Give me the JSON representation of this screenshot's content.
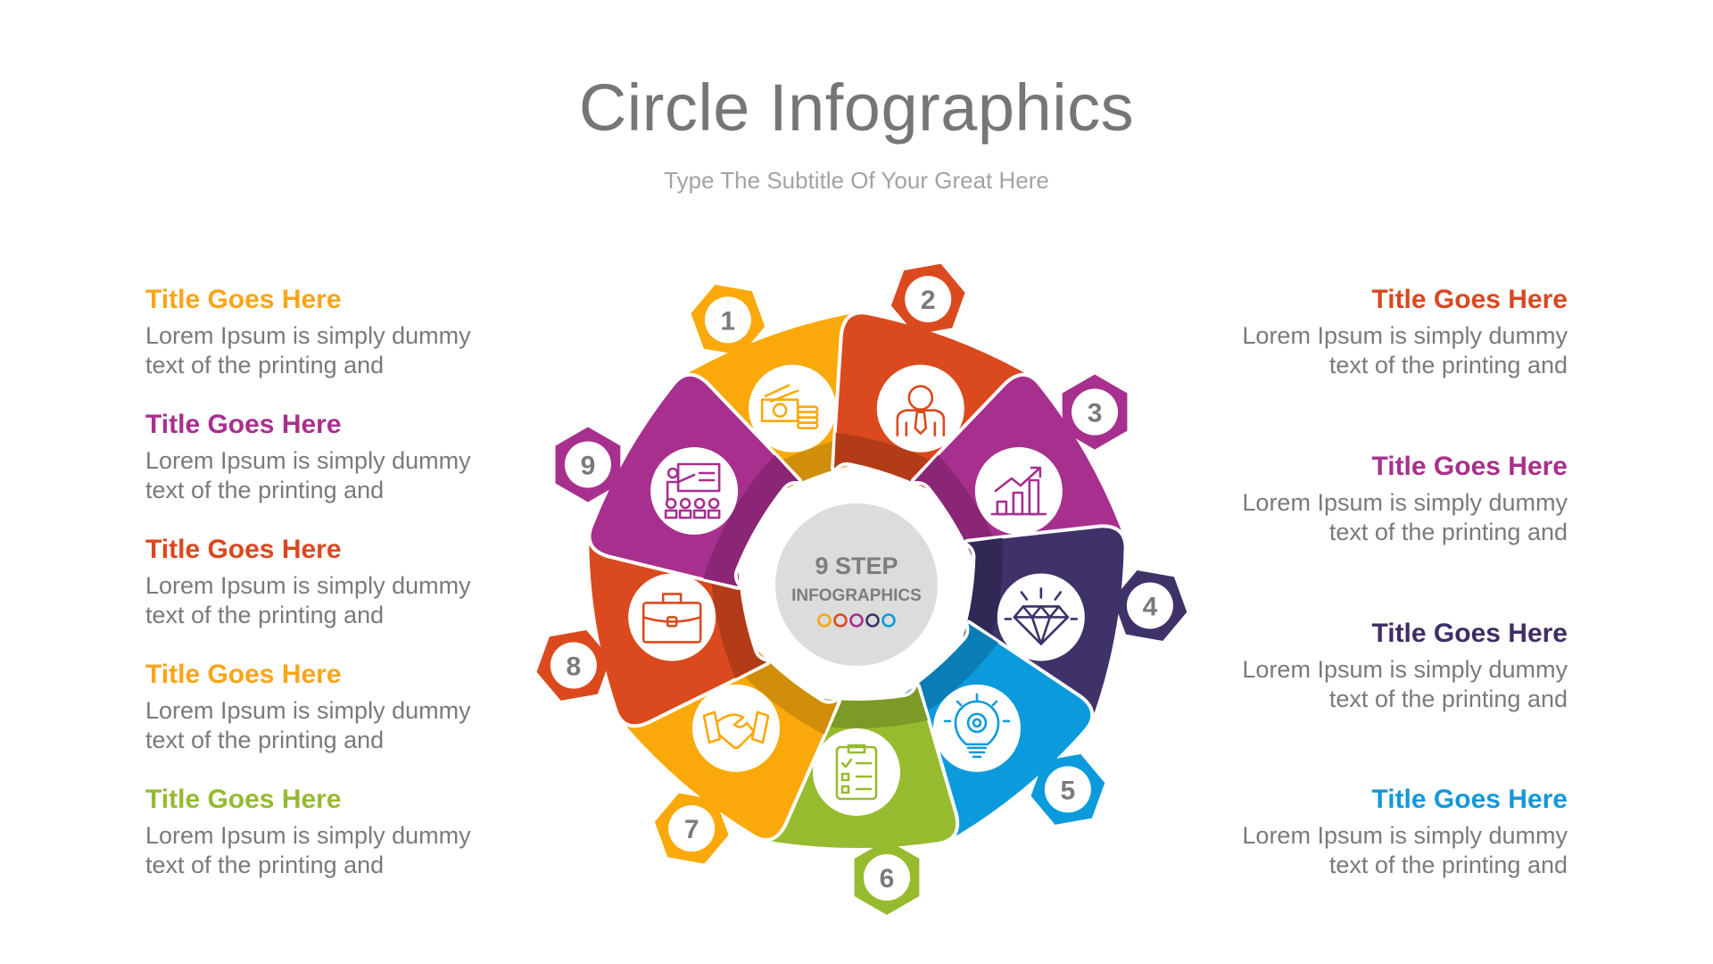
{
  "header": {
    "title": "Circle Infographics",
    "subtitle": "Type The Subtitle Of Your Great Here"
  },
  "center": {
    "line1": "9 STEP",
    "line2": "INFOGRAPHICS",
    "fill": "#dcdcdc",
    "dot_colors": [
      "#FBA90A",
      "#DB4A1F",
      "#A7308E",
      "#3E3269",
      "#0B9BDC"
    ]
  },
  "steps": [
    {
      "number": "1",
      "icon": "money-coins-icon",
      "color": "#FBA90A",
      "dark": "#D18E0A",
      "angle": -20
    },
    {
      "number": "2",
      "icon": "businessman-icon",
      "color": "#DB4A1F",
      "dark": "#B33B18",
      "angle": 20
    },
    {
      "number": "3",
      "icon": "growth-chart-icon",
      "color": "#A7308E",
      "dark": "#8A2675",
      "angle": 60
    },
    {
      "number": "4",
      "icon": "diamond-icon",
      "color": "#3E3269",
      "dark": "#312855",
      "angle": 100
    },
    {
      "number": "5",
      "icon": "lightbulb-gear-icon",
      "color": "#0B9BDC",
      "dark": "#0A7DB5",
      "angle": 140
    },
    {
      "number": "6",
      "icon": "checklist-icon",
      "color": "#97BB2E",
      "dark": "#7C9A26",
      "angle": 180
    },
    {
      "number": "7",
      "icon": "handshake-icon",
      "color": "#FBA90A",
      "dark": "#D18E0A",
      "angle": 220
    },
    {
      "number": "8",
      "icon": "briefcase-icon",
      "color": "#DB4A1F",
      "dark": "#B33B18",
      "angle": 260
    },
    {
      "number": "9",
      "icon": "presentation-icon",
      "color": "#A7308E",
      "dark": "#8A2675",
      "angle": 300
    }
  ],
  "left_items": [
    {
      "title": "Title Goes Here",
      "color": "#F9A51A",
      "line1": "Lorem Ipsum is simply dummy",
      "line2": "text of the printing and"
    },
    {
      "title": "Title Goes Here",
      "color": "#A7308E",
      "line1": "Lorem Ipsum is simply dummy",
      "line2": "text of the printing and"
    },
    {
      "title": "Title Goes Here",
      "color": "#D9481F",
      "line1": "Lorem Ipsum is simply dummy",
      "line2": "text of the printing and"
    },
    {
      "title": "Title Goes Here",
      "color": "#F9A51A",
      "line1": "Lorem Ipsum is simply dummy",
      "line2": "text of the printing and"
    },
    {
      "title": "Title Goes Here",
      "color": "#95BA33",
      "line1": "Lorem Ipsum is simply dummy",
      "line2": "text of the printing and"
    }
  ],
  "right_items": [
    {
      "title": "Title Goes Here",
      "color": "#D9481F",
      "line1": "Lorem Ipsum is simply dummy",
      "line2": "text of the printing and"
    },
    {
      "title": "Title Goes Here",
      "color": "#A7308E",
      "line1": "Lorem Ipsum is simply dummy",
      "line2": "text of the printing and"
    },
    {
      "title": "Title Goes Here",
      "color": "#3E2D66",
      "line1": "Lorem Ipsum is simply dummy",
      "line2": "text of the printing and"
    },
    {
      "title": "Title Goes Here",
      "color": "#1597D8",
      "line1": "Lorem Ipsum is simply dummy",
      "line2": "text of the printing and"
    }
  ]
}
